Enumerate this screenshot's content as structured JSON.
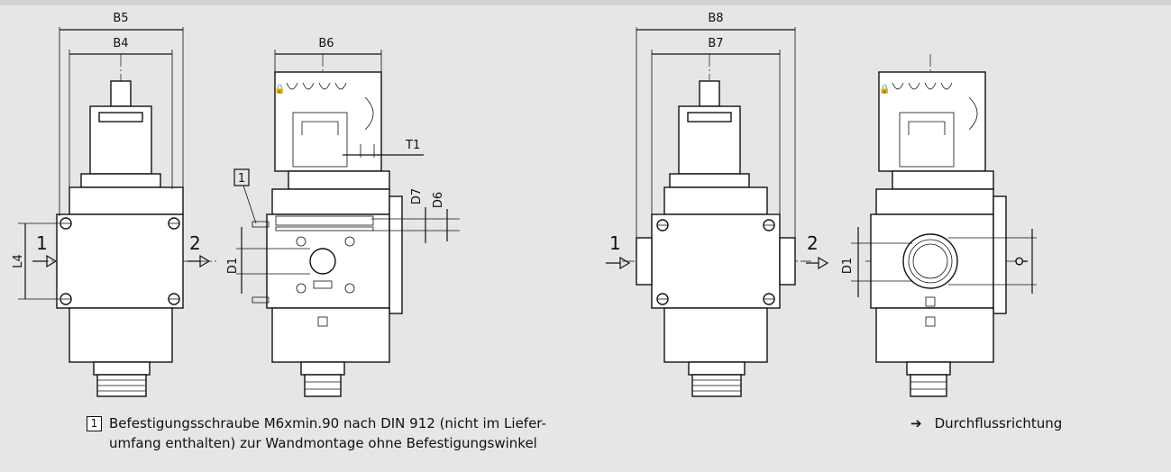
{
  "dimensions": {
    "b5": "B5",
    "b4": "B4",
    "b6": "B6",
    "b8": "B8",
    "b7": "B7",
    "t1": "T1",
    "d7": "D7",
    "d6": "D6",
    "d1": "D1",
    "l4": "L4"
  },
  "ports": {
    "inlet": "1",
    "outlet": "2"
  },
  "callout": "1",
  "flow_wrench_symbol": "⚲",
  "notes": {
    "item_number": "1",
    "item_text_line1": "Befestigungsschraube M6xmin.90 nach DIN 912 (nicht im Liefer-",
    "item_text_line2": "umfang enthalten) zur Wandmontage ohne Befestigungswinkel",
    "arrow_symbol": "➔",
    "flow_text": "Durchflussrichtung"
  }
}
